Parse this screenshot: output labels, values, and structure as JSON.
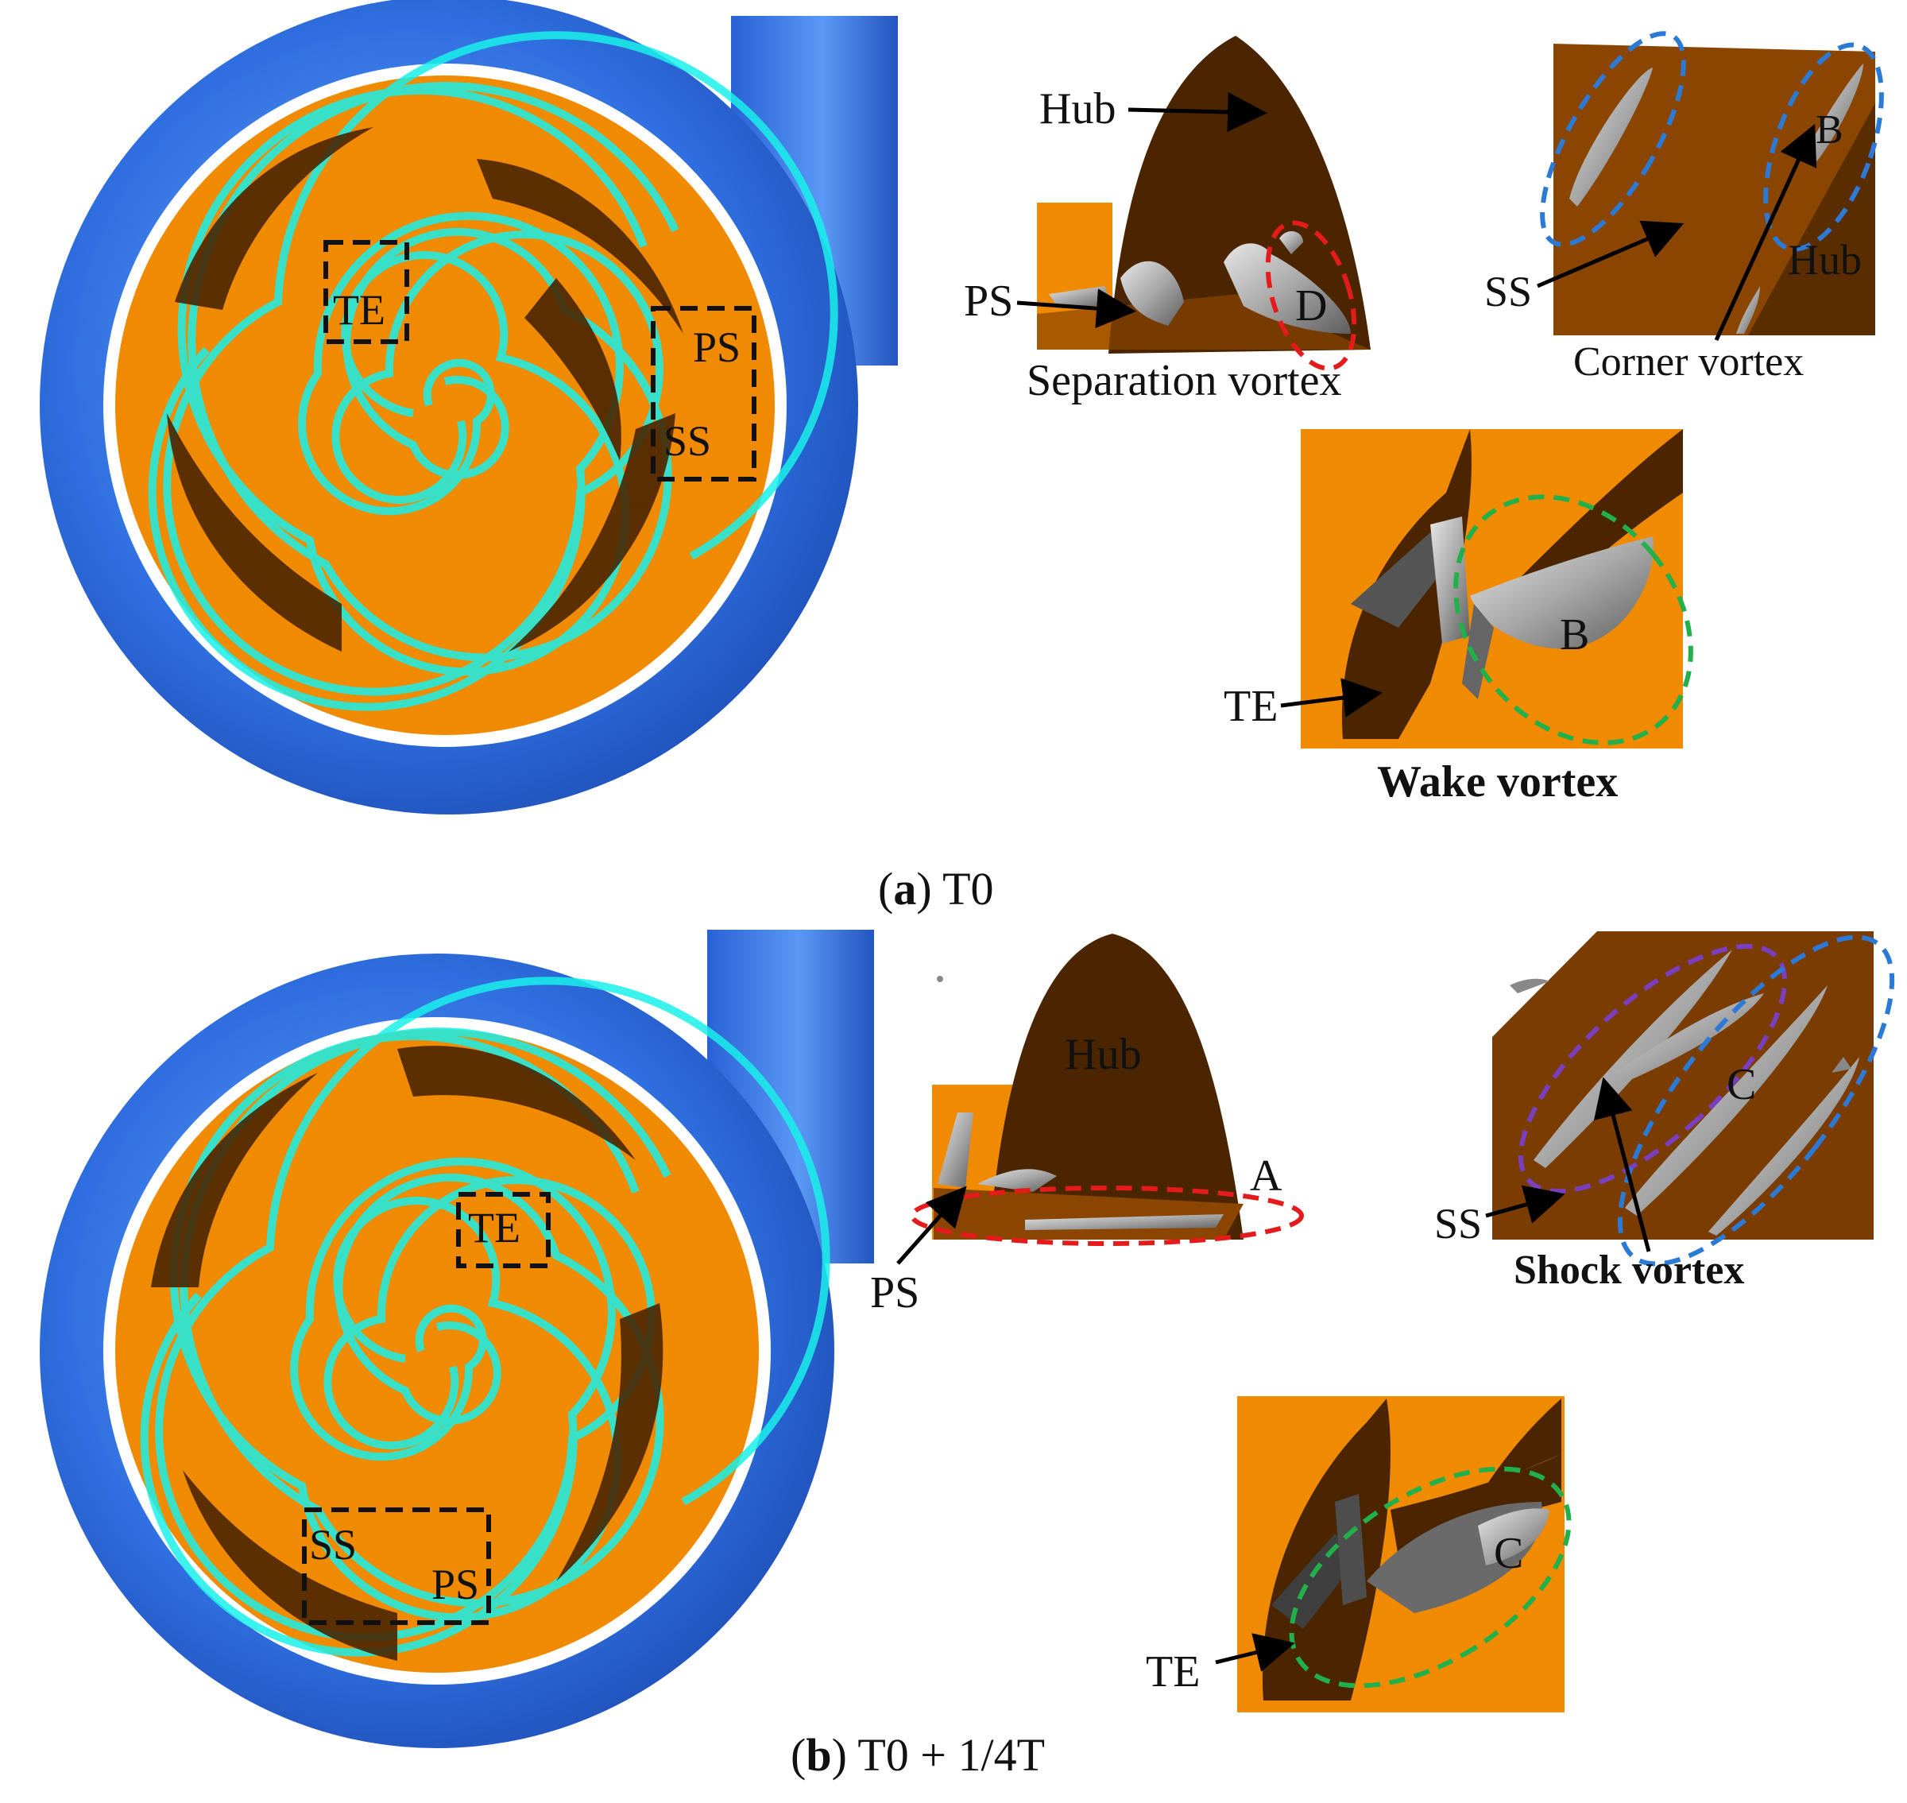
{
  "panel_a": {
    "caption_letter": "a",
    "caption_text": "T0",
    "pump_labels": {
      "te": "TE",
      "ps": "PS",
      "ss": "SS"
    },
    "separation": {
      "hub": "Hub",
      "ps": "PS",
      "marker": "D",
      "title": "Separation vortex"
    },
    "corner": {
      "marker": "B",
      "hub": "Hub",
      "ss": "SS",
      "title": "Corner vortex"
    },
    "wake": {
      "marker": "B",
      "te": "TE",
      "title": "Wake vortex"
    }
  },
  "panel_b": {
    "caption_letter": "b",
    "caption_text": "T0 + 1/4T",
    "pump_labels": {
      "te": "TE",
      "ss": "SS",
      "ps": "PS"
    },
    "separation": {
      "hub": "Hub",
      "marker": "A",
      "ps": "PS"
    },
    "shock": {
      "marker": "C",
      "ss": "SS",
      "title": "Shock vortex"
    },
    "wake": {
      "marker": "C",
      "te": "TE"
    }
  },
  "colors": {
    "volute_blue": "#2f6fe0",
    "streamline_cyan": "#19f0ea",
    "impeller_orange": "#f08a00",
    "blade_brown": "#4a2500",
    "vortex_gray": "#9b9b9b",
    "ellipse_red": "#e41b1b",
    "ellipse_blue": "#2a7ad6",
    "ellipse_green": "#22b04a",
    "ellipse_purple": "#7a3fc0"
  }
}
